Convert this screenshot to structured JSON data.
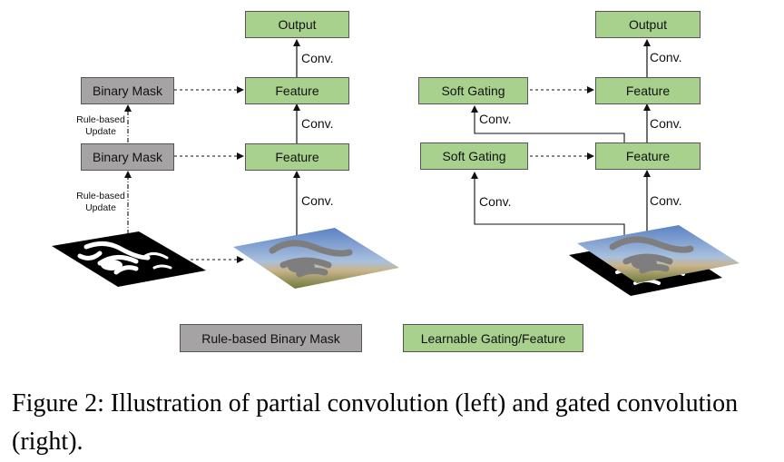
{
  "left_diagram": {
    "output": "Output",
    "feature_top": "Feature",
    "feature_bottom": "Feature",
    "mask_top": "Binary Mask",
    "mask_bottom": "Binary Mask",
    "conv_1": "Conv.",
    "conv_2": "Conv.",
    "conv_3": "Conv.",
    "update_1": "Rule-based Update",
    "update_2": "Rule-based Update"
  },
  "right_diagram": {
    "output": "Output",
    "feature_top": "Feature",
    "feature_bottom": "Feature",
    "gating_top": "Soft Gating",
    "gating_bottom": "Soft Gating",
    "conv_1": "Conv.",
    "conv_2": "Conv.",
    "conv_3": "Conv.",
    "conv_4": "Conv.",
    "conv_5": "Conv."
  },
  "legend": {
    "gray": "Rule-based Binary Mask",
    "green": "Learnable Gating/Feature"
  },
  "caption": "Figure 2: Illustration of partial convolution (left) and gated convolution (right).",
  "colors": {
    "green_box": "#a9d18e",
    "gray_box": "#a6a3a4"
  }
}
